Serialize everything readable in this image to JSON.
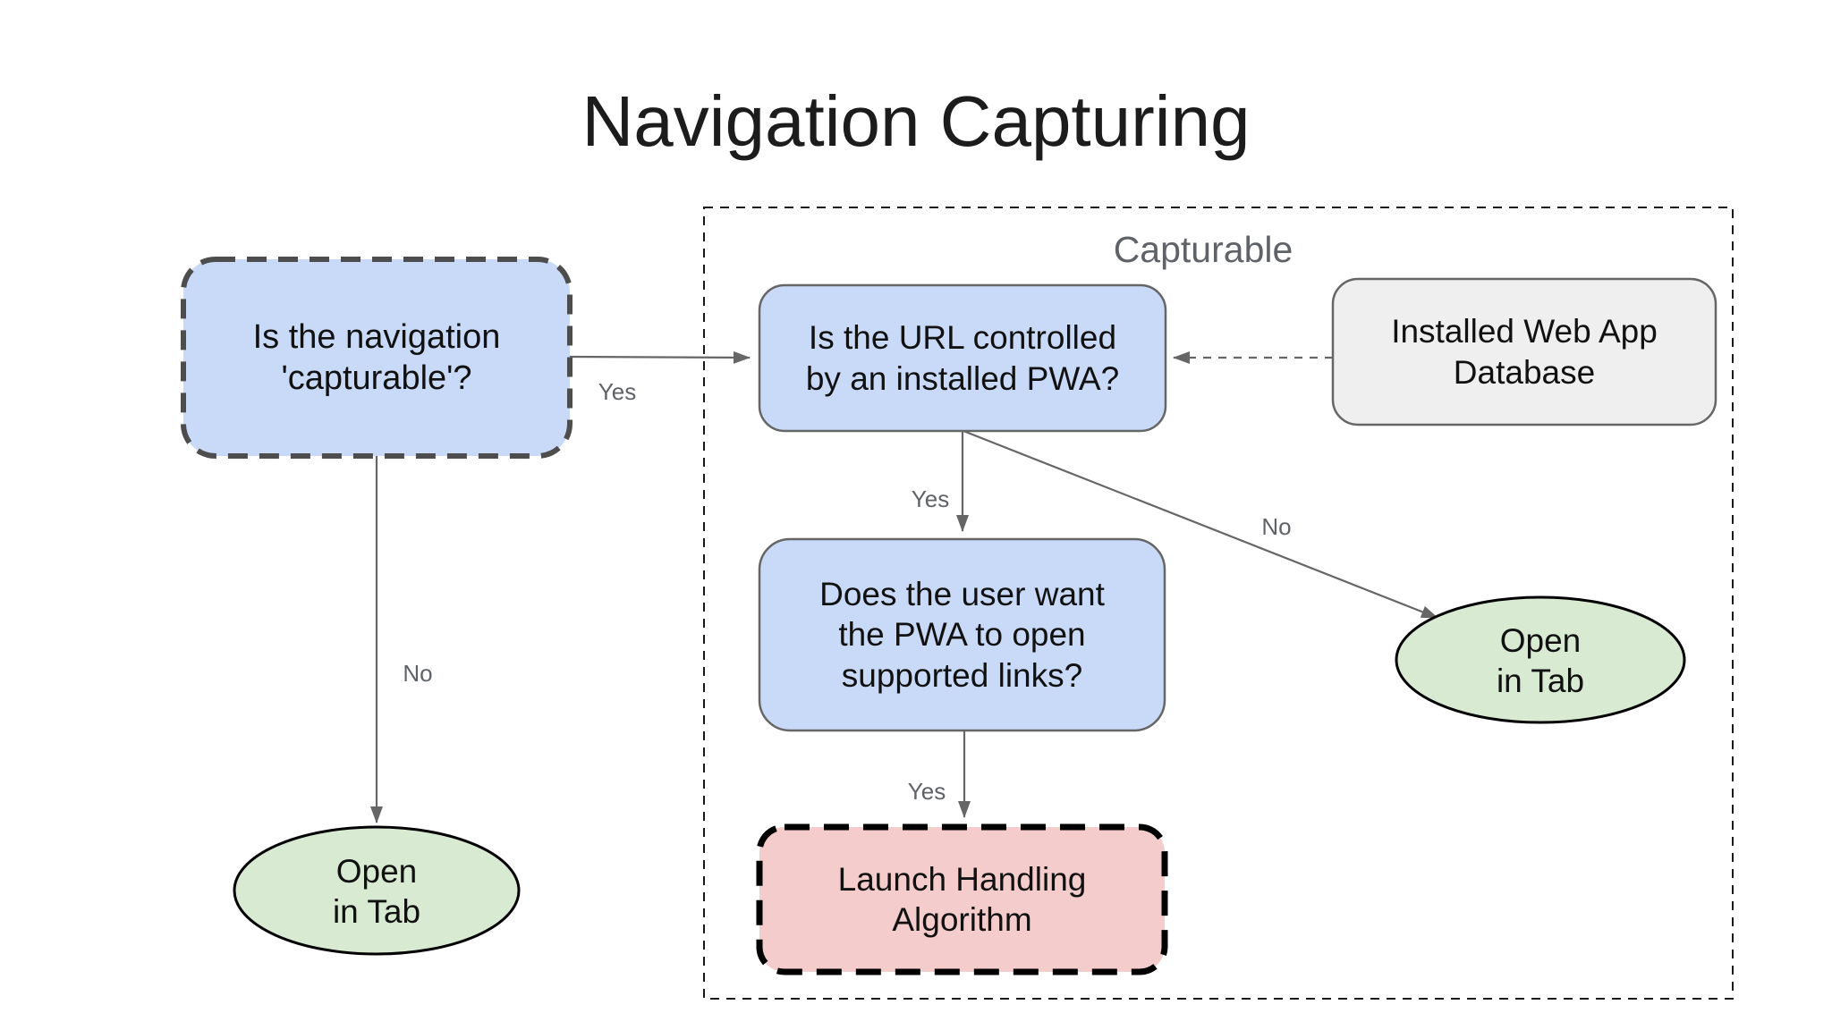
{
  "title": "Navigation Capturing",
  "group": {
    "label": "Capturable"
  },
  "nodes": {
    "q_capturable": "Is the navigation\n'capturable'?",
    "q_url_pwa": "Is the URL controlled\nby an installed PWA?",
    "db": "Installed Web App\nDatabase",
    "q_user_links": "Does the user want\nthe PWA to open\nsupported links?",
    "launch": "Launch Handling\nAlgorithm",
    "tab_left": "Open\nin Tab",
    "tab_right": "Open\nin Tab"
  },
  "edge_labels": {
    "capturable_yes": "Yes",
    "capturable_no": "No",
    "pwa_yes": "Yes",
    "pwa_no": "No",
    "links_yes": "Yes"
  },
  "colors": {
    "blue_fill": "#c9daf8",
    "green_fill": "#d9ead3",
    "red_fill": "#f4cccc",
    "gray_fill": "#efefef",
    "line_gray": "#666666",
    "label_gray": "#5f6368",
    "dark_dash": "#4d4d4d",
    "ink": "#1c1c1c"
  }
}
